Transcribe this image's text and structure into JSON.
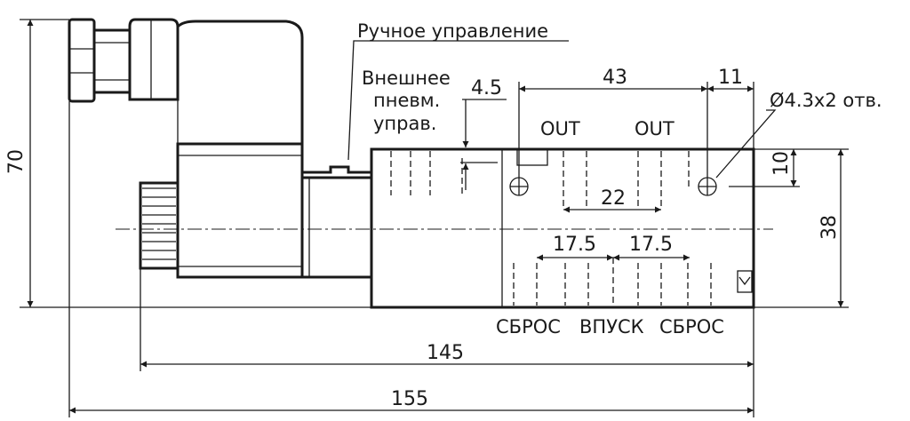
{
  "labels": {
    "manual_control": "Ручное управление",
    "ext_pilot_line1": "Внешнее",
    "ext_pilot_line2": "пневм.",
    "ext_pilot_line3": "управ.",
    "port_out_left": "OUT",
    "port_out_right": "OUT",
    "port_exhaust_left": "СБРОС",
    "port_inlet": "ВПУСК",
    "port_exhaust_right": "СБРОС",
    "holes": "Ø4.3x2 отв."
  },
  "dimensions": {
    "overall_height": "70",
    "body_height": "38",
    "hole_offset": "10",
    "pilot_offset": "4.5",
    "hole_span": "43",
    "hole_edge": "11",
    "out_spacing": "22",
    "port_pitch_left": "17.5",
    "port_pitch_right": "17.5",
    "length_145": "145",
    "length_155": "155"
  }
}
